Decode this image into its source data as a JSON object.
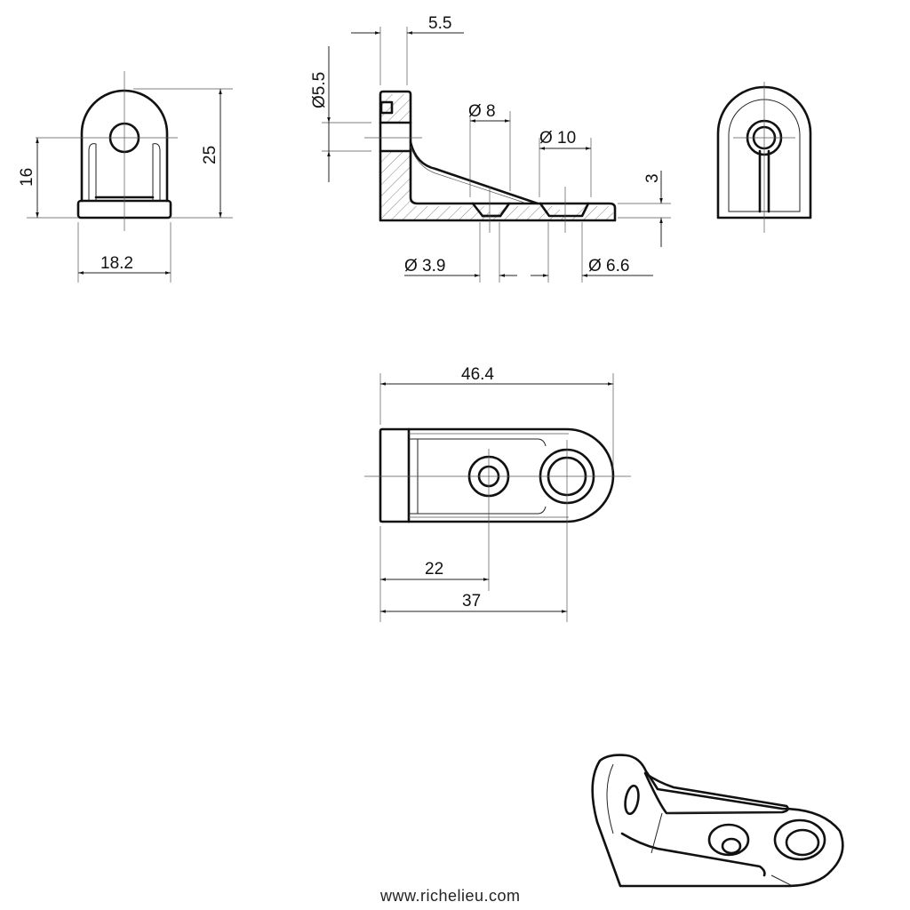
{
  "drawing": {
    "front_view": {
      "height_total": "25",
      "hole_height": "16",
      "width": "18.2"
    },
    "side_view": {
      "top_offset": "5.5",
      "hole_diameter": "Ø5.5",
      "counterbore_small": "Ø 8",
      "counterbore_large": "Ø 10",
      "base_thickness": "3",
      "hole_small": "Ø 3.9",
      "hole_large": "Ø 6.6"
    },
    "top_view": {
      "length": "46.4",
      "hole1_distance": "22",
      "hole2_distance": "37"
    },
    "footer_url": "www.richelieu.com"
  },
  "colors": {
    "line": "#111111",
    "background": "#ffffff"
  }
}
